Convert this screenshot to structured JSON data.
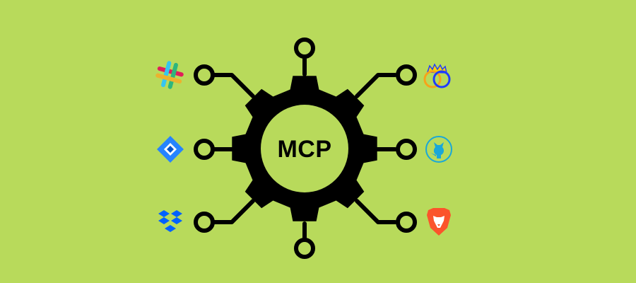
{
  "diagram": {
    "center_label": "MCP",
    "colors": {
      "background": "#b8da5b",
      "ink": "#000000",
      "gear_center": "#b8da5b"
    },
    "connectors": [
      {
        "name": "top",
        "icon": null
      },
      {
        "name": "bottom",
        "icon": null
      },
      {
        "name": "left-top",
        "icon": "slack-icon"
      },
      {
        "name": "left-middle",
        "icon": "jira-icon"
      },
      {
        "name": "left-bottom",
        "icon": "dropbox-icon"
      },
      {
        "name": "right-top",
        "icon": "grafana-rings-icon"
      },
      {
        "name": "right-middle",
        "icon": "github-icon"
      },
      {
        "name": "right-bottom",
        "icon": "brave-icon"
      }
    ],
    "icons": {
      "slack-icon": {
        "colors": [
          "#e01e5a",
          "#36c5f0",
          "#2eb67d",
          "#ecb22e"
        ]
      },
      "jira-icon": {
        "colors": [
          "#2684ff",
          "#0052cc"
        ]
      },
      "dropbox-icon": {
        "colors": [
          "#0061ff"
        ]
      },
      "grafana-rings-icon": {
        "colors": [
          "#f7a21a",
          "#1f3cff",
          "#ffd200"
        ]
      },
      "github-icon": {
        "colors": [
          "#1aa7d8"
        ]
      },
      "brave-icon": {
        "colors": [
          "#fb542b",
          "#ffffff"
        ]
      }
    }
  }
}
